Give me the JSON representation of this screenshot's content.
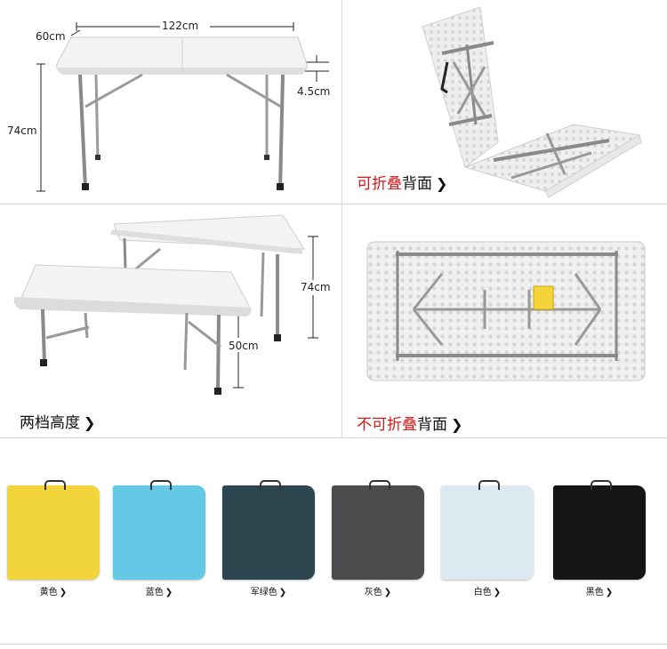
{
  "panels": {
    "dimensions": {
      "width_label": "122cm",
      "depth_label": "60cm",
      "height_label": "74cm",
      "thickness_label": "4.5cm"
    },
    "foldable_back": {
      "caption_red": "可折叠",
      "caption_black": "背面"
    },
    "two_heights": {
      "caption": "两档高度",
      "high_label": "74cm",
      "low_label": "50cm"
    },
    "non_foldable_back": {
      "caption_red": "不可折叠",
      "caption_black": "背面"
    }
  },
  "chevron": "❯",
  "colors": [
    {
      "label": "黄色",
      "hex": "#f2d53a"
    },
    {
      "label": "蓝色",
      "hex": "#63c9e4"
    },
    {
      "label": "军绿色",
      "hex": "#2e4650"
    },
    {
      "label": "灰色",
      "hex": "#4a4c4e"
    },
    {
      "label": "白色",
      "hex": "#dde9f1"
    },
    {
      "label": "黑色",
      "hex": "#151515"
    }
  ]
}
